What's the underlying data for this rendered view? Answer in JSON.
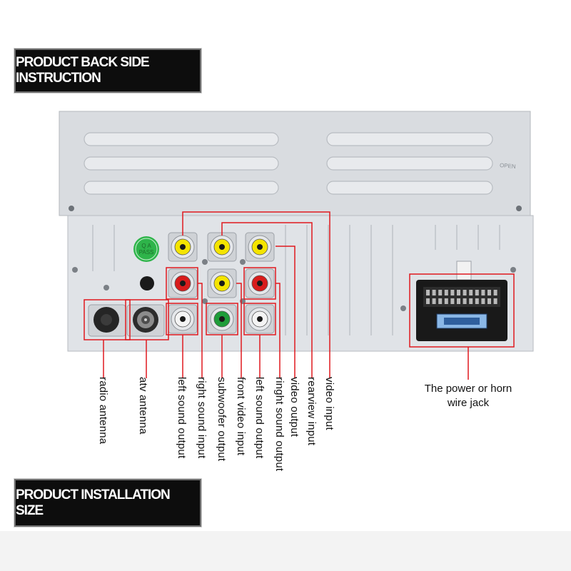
{
  "banners": {
    "top": "PRODUCT BACK SIDE INSTRUCTION",
    "bottom": "PRODUCT INSTALLATION SIZE"
  },
  "device": {
    "qa_badge": "Q A\nPASS",
    "open_marking": "OPEN"
  },
  "labels": [
    "radio antenna",
    "atv antenna",
    "left sound output",
    "right sound input",
    "subwoofer output",
    "front video input",
    "left sound output",
    "ringht sound output",
    "video output",
    "rearview input",
    "video input"
  ],
  "jack_label": "The power or horn wire jack",
  "colors": {
    "leader_line": "#e0191f",
    "banner_bg": "#0d0d0d",
    "chassis": "#dde0e4",
    "rca_yellow": "#f4e400",
    "rca_red": "#d81c1c",
    "rca_white": "#f4f4f4",
    "rca_green": "#1f9d3a"
  }
}
